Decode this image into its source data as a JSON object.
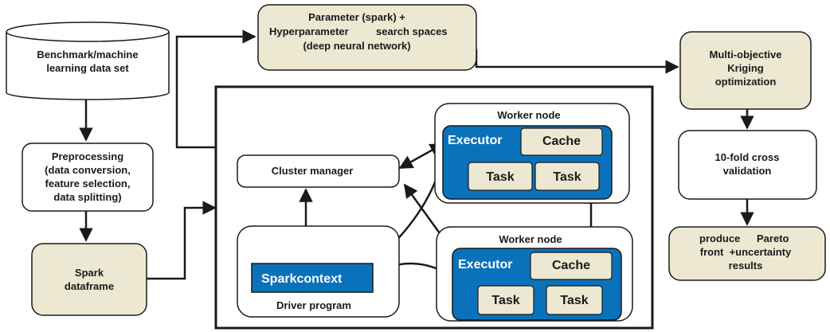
{
  "colors": {
    "beige_fill": "#ede8d2",
    "white_fill": "#ffffff",
    "executor_blue": "#0a72ba",
    "stroke": "#1a1a1a"
  },
  "nodes": {
    "dataset": {
      "line1": "Benchmark/machine",
      "line2": "learning data set"
    },
    "preprocessing": {
      "line1": "Preprocessing",
      "line2": "(data conversion,",
      "line3": "feature selection,",
      "line4": "data splitting)"
    },
    "spark_dataframe": {
      "line1": "Spark",
      "line2": "dataframe"
    },
    "parameter_spaces": {
      "line1": "Parameter (spark) +",
      "line2a": "Hyperparameter",
      "line2b": "search spaces",
      "line3": "(deep neural network)"
    },
    "kriging": {
      "line1": "Multi-objective",
      "line2": "Kriging",
      "line3": "optimization"
    },
    "cross_validation": {
      "line1": "10-fold cross",
      "line2": "validation"
    },
    "pareto": {
      "line1a": "produce",
      "line1b": "Pareto",
      "line2": "front  +uncertainty",
      "line3": "results"
    },
    "cluster_manager": {
      "label": "Cluster manager"
    },
    "driver_program": {
      "label": "Driver program",
      "sparkcontext": "Sparkcontext"
    },
    "worker_node_1": {
      "label": "Worker node",
      "executor": "Executor",
      "cache": "Cache",
      "task_a": "Task",
      "task_b": "Task"
    },
    "worker_node_2": {
      "label": "Worker node",
      "executor": "Executor",
      "cache": "Cache",
      "task_a": "Task",
      "task_b": "Task"
    }
  }
}
